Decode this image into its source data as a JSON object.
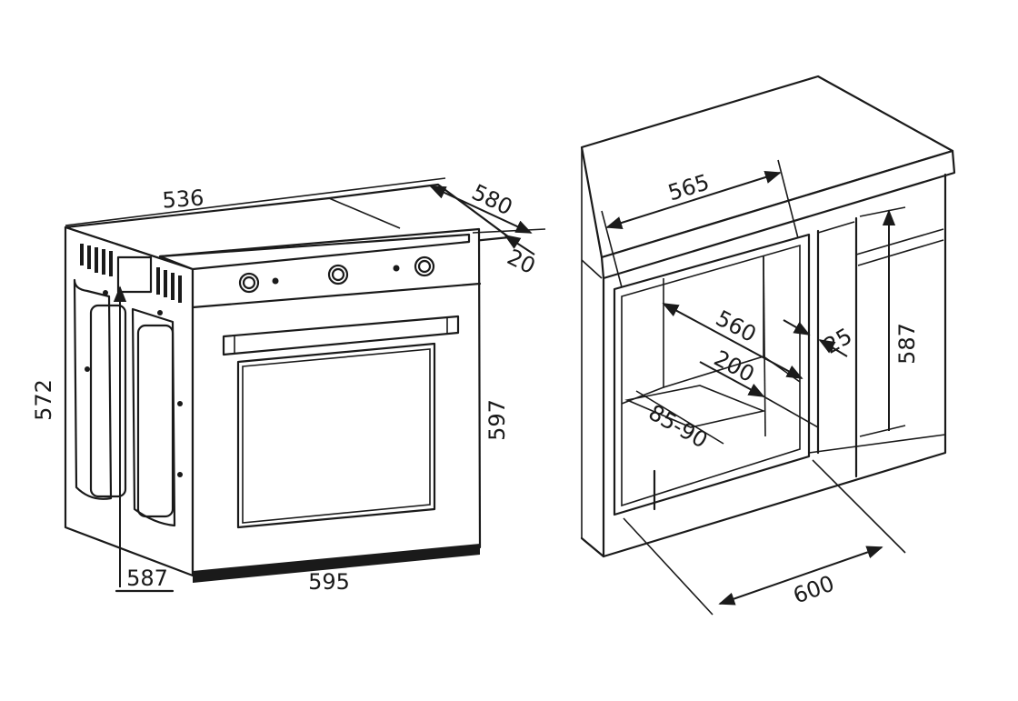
{
  "colors": {
    "ink": "#1a1a1a",
    "background": "#ffffff"
  },
  "oven": {
    "dims": {
      "depth_top": "536",
      "depth_total": "580",
      "front_offset": "20",
      "side_height": "572",
      "front_height": "597",
      "front_width": "595",
      "body_width": "587"
    }
  },
  "cabinet": {
    "dims": {
      "niche_depth": "565",
      "inner_depth": "560",
      "rear_gap": "25",
      "vent_opening": "200",
      "floor_gap": "85-90",
      "niche_height": "587",
      "niche_width": "600"
    }
  }
}
